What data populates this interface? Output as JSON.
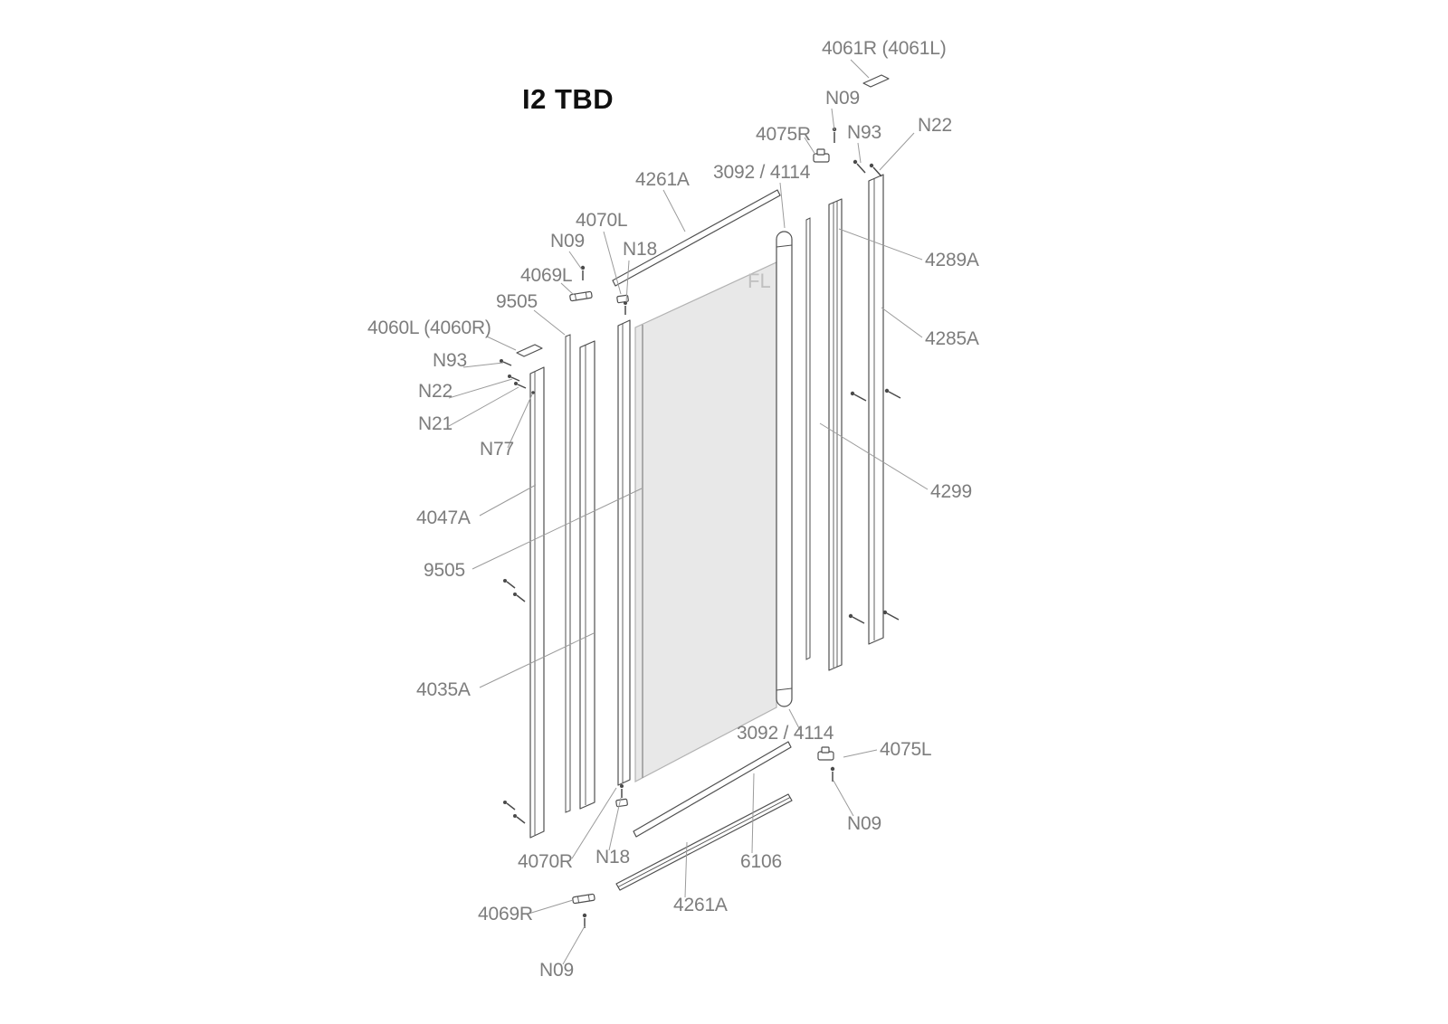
{
  "title": "I2 TBD",
  "labels": {
    "p4061": "4061R (4061L)",
    "n09": "N09",
    "p4075r": "4075R",
    "n93": "N93",
    "n22": "N22",
    "p3092": "3092 / 4114",
    "p4261a": "4261A",
    "p4070l": "4070L",
    "n18": "N18",
    "p4069l": "4069L",
    "p9505": "9505",
    "p4060": "4060L (4060R)",
    "n21": "N21",
    "n77": "N77",
    "p4289a": "4289A",
    "p4285a": "4285A",
    "p4299": "4299",
    "p4047a": "4047A",
    "p4035a": "4035A",
    "p4075l": "4075L",
    "p4070r": "4070R",
    "p6106": "6106",
    "p4069r": "4069R",
    "fl": "FL"
  },
  "colors": {
    "background": "#ffffff",
    "label_text": "#7d7d7d",
    "title_text": "#101010",
    "part_stroke": "#4f4f4f",
    "leader_line": "#9b9b9b",
    "glass_fill": "#e8e8e8",
    "watermark_text": "#c0c0c0"
  }
}
